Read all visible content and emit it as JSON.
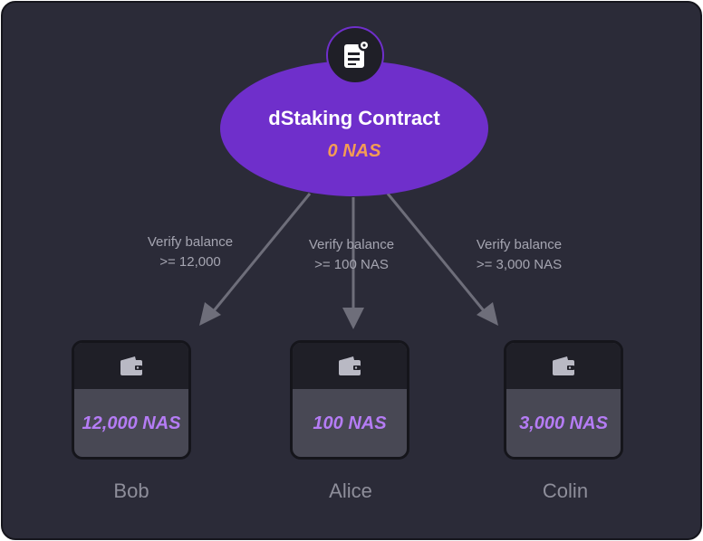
{
  "contract": {
    "title": "dStaking Contract",
    "balance": "0 NAS",
    "icon": "contract-document-gear-icon",
    "fill_color": "#6f2fcb",
    "balance_color": "#f49c54"
  },
  "edges": [
    {
      "line1": "Verify balance",
      "line2": ">= 12,000"
    },
    {
      "line1": "Verify balance",
      "line2": ">= 100 NAS"
    },
    {
      "line1": "Verify balance",
      "line2": ">= 3,000 NAS"
    }
  ],
  "wallets": [
    {
      "owner": "Bob",
      "amount": "12,000 NAS",
      "icon": "wallet-icon"
    },
    {
      "owner": "Alice",
      "amount": "100 NAS",
      "icon": "wallet-icon"
    },
    {
      "owner": "Colin",
      "amount": "3,000 NAS",
      "icon": "wallet-icon"
    }
  ],
  "colors": {
    "background": "#2b2b38",
    "arrow": "#6e6e7a",
    "wallet_amount": "#b57cf5",
    "label": "#a5a5b1"
  }
}
